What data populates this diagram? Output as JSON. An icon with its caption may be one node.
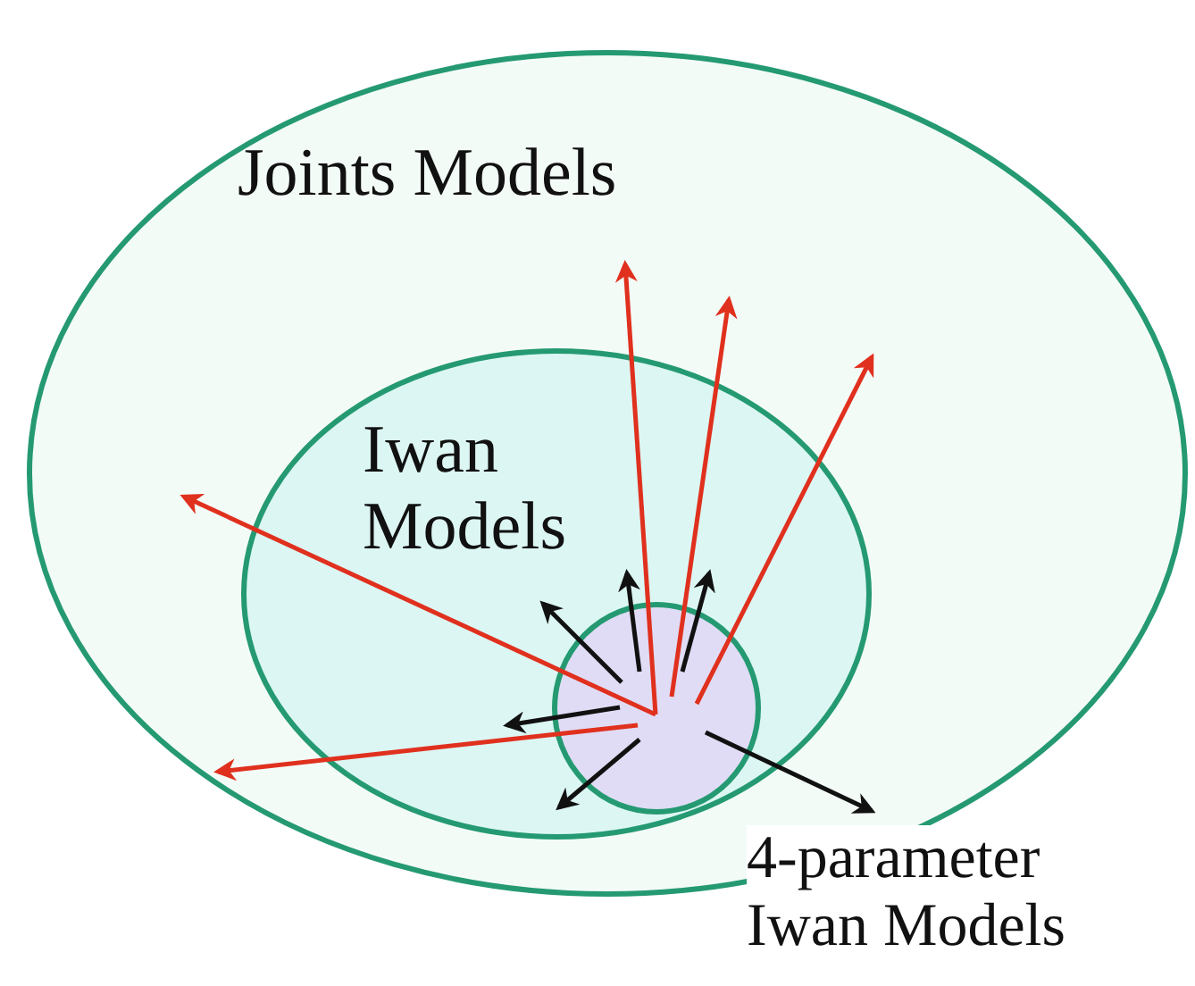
{
  "diagram": {
    "nodes": [
      {
        "text": [
          "Joints Models"
        ]
      },
      {
        "text": [
          "Iwan Models"
        ],
        "in": 0
      },
      {
        "text": [],
        "shape": "circle",
        "in": 1
      },
      {
        "text": [
          "4-parameter Iwan Models"
        ]
      }
    ],
    "edges": [
      {
        "from": 2,
        "to": null,
        "arrow": "to",
        "color": "#e0301e"
      },
      {
        "from": 2,
        "to": null,
        "arrow": "to",
        "color": "#e0301e"
      },
      {
        "from": 2,
        "to": null,
        "arrow": "to",
        "color": "#e0301e"
      },
      {
        "from": 2,
        "to": null,
        "arrow": "to",
        "color": "#e0301e"
      },
      {
        "from": 2,
        "to": null,
        "arrow": "to",
        "color": "#e0301e"
      },
      {
        "from": 2,
        "to": null,
        "arrow": "to"
      },
      {
        "from": 2,
        "to": null,
        "arrow": "to"
      },
      {
        "from": 2,
        "to": null,
        "arrow": "to"
      },
      {
        "from": 2,
        "to": null,
        "arrow": "to"
      },
      {
        "from": 2,
        "to": null,
        "arrow": "to"
      },
      {
        "from": 2,
        "to": 3,
        "arrow": "to"
      }
    ]
  }
}
